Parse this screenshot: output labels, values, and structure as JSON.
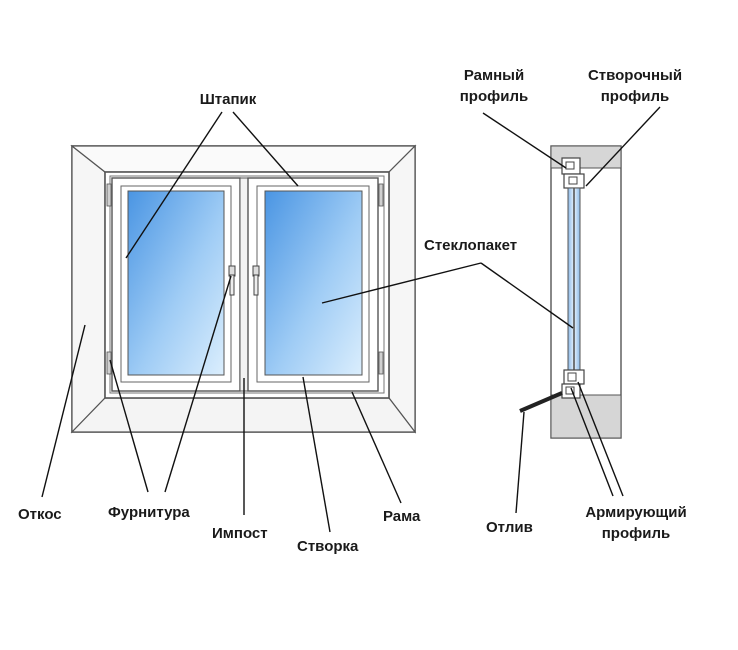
{
  "diagram": {
    "labels": {
      "shtapik": "Штапик",
      "otkos": "Откос",
      "furnitura": "Фурнитура",
      "impost": "Импост",
      "stvorka": "Створка",
      "rama": "Рама",
      "steklopaket": "Стеклопакет",
      "ramny_profil_line1": "Рамный",
      "ramny_profil_line2": "профиль",
      "stvorochny_profil_line1": "Створочный",
      "stvorochny_profil_line2": "профиль",
      "otliv": "Отлив",
      "armiruyushchy_profil_line1": "Армирующий",
      "armiruyushchy_profil_line2": "профиль"
    },
    "colors": {
      "glass_light": "#dbeefd",
      "glass_dark": "#4a95e3",
      "profile": "#ffffff",
      "outline": "#555555",
      "wall_shade": "#d6d6d6",
      "slope": "#f7f7f7",
      "leader": "#111111"
    }
  }
}
